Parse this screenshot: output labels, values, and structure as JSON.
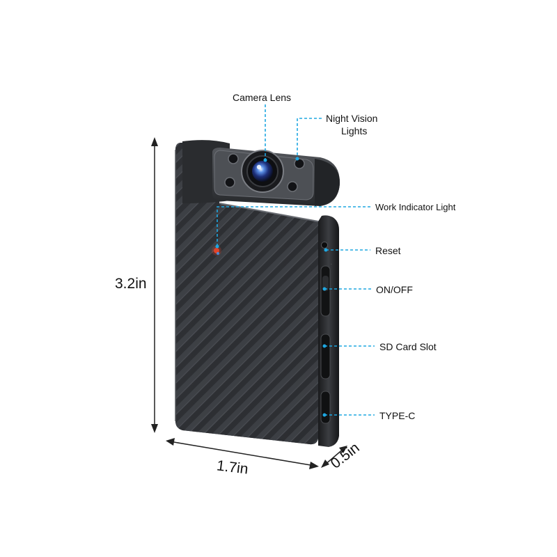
{
  "callouts": {
    "camera_lens": "Camera Lens",
    "night_vision_line1": "Night Vision",
    "night_vision_line2": "Lights",
    "work_indicator": "Work Indicator Light",
    "reset": "Reset",
    "on_off": "ON/OFF",
    "sd_card": "SD Card Slot",
    "type_c": "TYPE-C"
  },
  "dimensions": {
    "height": "3.2in",
    "width": "1.7in",
    "depth": "0.5in"
  },
  "colors": {
    "leader": "#1ea7e1",
    "body": "#2b2d30",
    "indicator": "#e0452a"
  },
  "icons": {
    "device": "mini-body-camera",
    "lens": "camera-lens"
  }
}
